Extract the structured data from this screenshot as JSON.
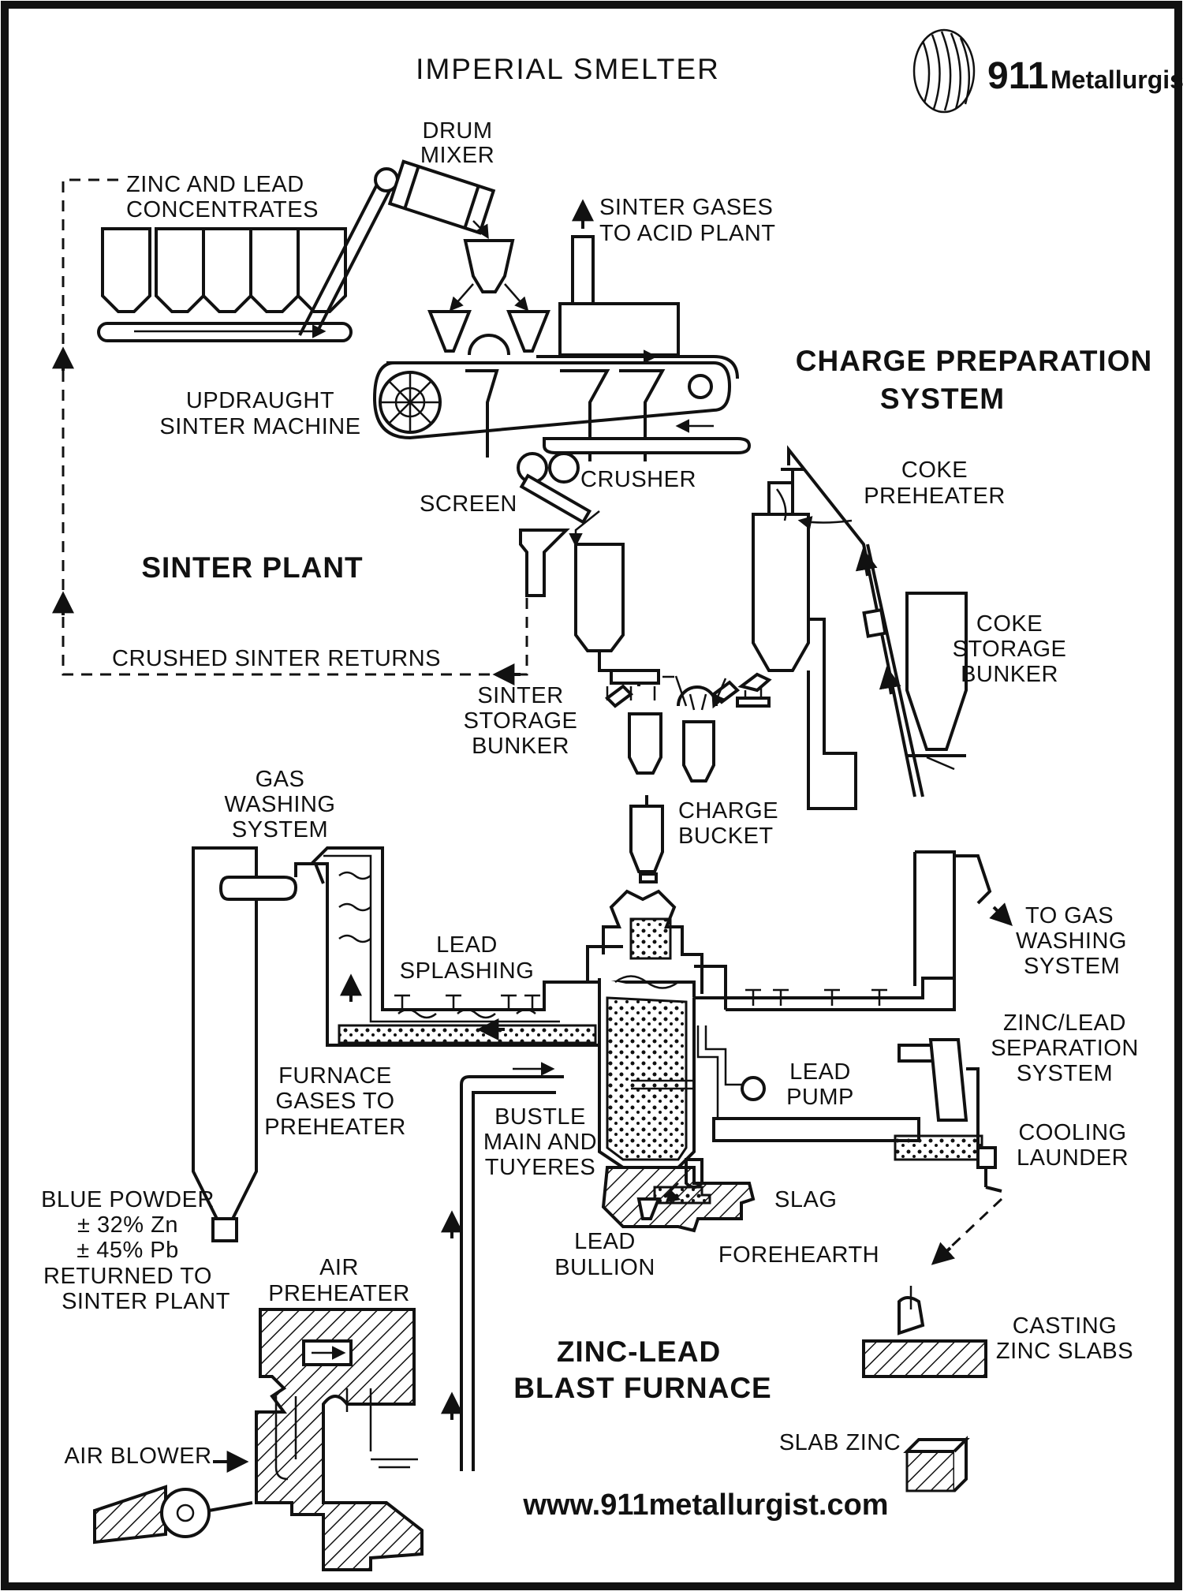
{
  "title": "IMPERIAL SMELTER",
  "logo": {
    "number": "911",
    "word": "Metallurgist"
  },
  "website": "www.911metallurgist.com",
  "sections": {
    "sinter_plant": "SINTER PLANT",
    "charge_preparation": [
      "CHARGE PREPARATION",
      "SYSTEM"
    ],
    "blast_furnace": [
      "ZINC-LEAD",
      "BLAST FURNACE"
    ]
  },
  "labels": {
    "drum_mixer": [
      "DRUM",
      "MIXER"
    ],
    "concentrates": [
      "ZINC AND LEAD",
      "CONCENTRATES"
    ],
    "sinter_gases": [
      "SINTER GASES",
      "TO ACID PLANT"
    ],
    "updraught": [
      "UPDRAUGHT",
      "SINTER MACHINE"
    ],
    "crusher": "CRUSHER",
    "screen": "SCREEN",
    "coke_preheater": [
      "COKE",
      "PREHEATER"
    ],
    "crushed_sinter": "CRUSHED SINTER RETURNS",
    "sinter_storage": [
      "SINTER",
      "STORAGE",
      "BUNKER"
    ],
    "coke_storage": [
      "COKE",
      "STORAGE",
      "BUNKER"
    ],
    "gas_washing": [
      "GAS",
      "WASHING",
      "SYSTEM"
    ],
    "charge_bucket": [
      "CHARGE",
      "BUCKET"
    ],
    "to_gas_washing": [
      "TO GAS",
      "WASHING",
      "SYSTEM"
    ],
    "lead_splashing": [
      "LEAD",
      "SPLASHING"
    ],
    "zinc_lead_sep": [
      "ZINC/LEAD",
      "SEPARATION",
      "SYSTEM"
    ],
    "furnace_gases": [
      "FURNACE",
      "GASES TO",
      "PREHEATER"
    ],
    "lead_pump": [
      "LEAD",
      "PUMP"
    ],
    "bustle": [
      "BUSTLE",
      "MAIN AND",
      "TUYERES"
    ],
    "cooling_launder": [
      "COOLING",
      "LAUNDER"
    ],
    "blue_powder": [
      "BLUE POWDER",
      "± 32% Zn",
      "± 45% Pb",
      "RETURNED TO",
      "SINTER PLANT"
    ],
    "slag": "SLAG",
    "lead_bullion": [
      "LEAD",
      "BULLION"
    ],
    "forehearth": "FOREHEARTH",
    "air_preheater": [
      "AIR",
      "PREHEATER"
    ],
    "casting": [
      "CASTING",
      "ZINC SLABS"
    ],
    "air_blower": "AIR BLOWER",
    "slab_zinc": "SLAB ZINC"
  }
}
